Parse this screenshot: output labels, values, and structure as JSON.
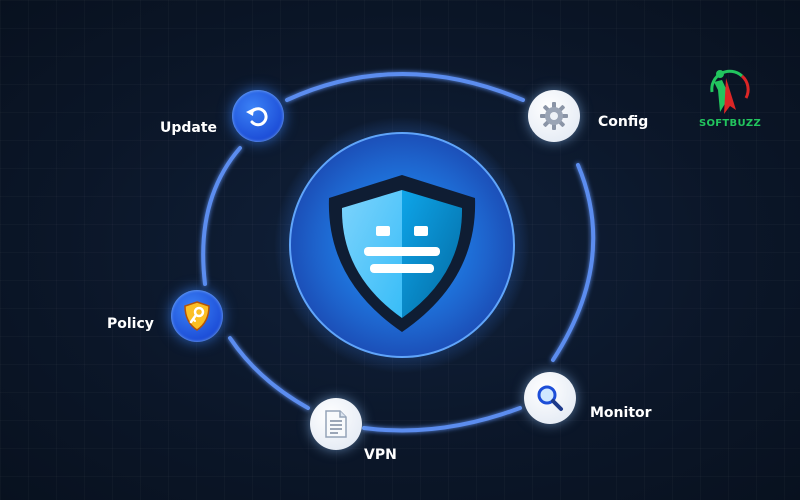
{
  "diagram": {
    "center": {
      "icon": "shield-icon"
    },
    "nodes": [
      {
        "id": "update",
        "label": "Update",
        "icon": "refresh-icon"
      },
      {
        "id": "config",
        "label": "Config",
        "icon": "gear-icon"
      },
      {
        "id": "monitor",
        "label": "Monitor",
        "icon": "magnifier-icon"
      },
      {
        "id": "vpn",
        "label": "VPN",
        "icon": "document-icon"
      },
      {
        "id": "policy",
        "label": "Policy",
        "icon": "shield-key-icon"
      }
    ]
  },
  "logo": {
    "text": "SOFTBUZZ"
  },
  "colors": {
    "background": "#0b1628",
    "ring": "#5b8def",
    "accent_blue": "#1d4ed8",
    "logo_green": "#22c55e",
    "logo_red": "#dc2626"
  }
}
